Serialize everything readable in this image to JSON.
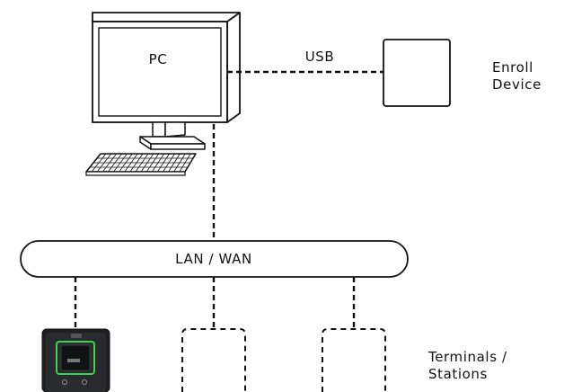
{
  "diagram": {
    "pc_label": "PC",
    "usb_label": "USB",
    "enroll_device_label": [
      "Enroll",
      "Device"
    ],
    "network_label": "LAN / WAN",
    "terminals_label": [
      "Terminals /",
      "Stations"
    ]
  }
}
